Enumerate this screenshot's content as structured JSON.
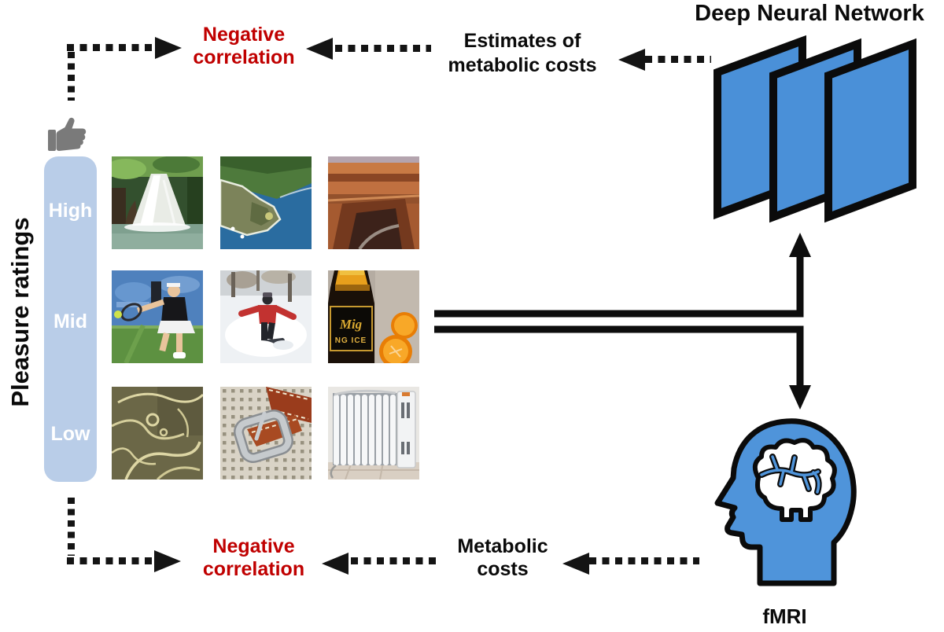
{
  "dnn": {
    "title": "Deep Neural Network"
  },
  "fmri": {
    "label": "fMRI"
  },
  "pleasure": {
    "axis_label": "Pleasure ratings",
    "levels": [
      "High",
      "Mid",
      "Low"
    ],
    "icon": "thumbs-up-icon"
  },
  "labels": {
    "negative_correlation_top": "Negative correlation",
    "negative_correlation_bottom": "Negative correlation",
    "estimates": "Estimates of metabolic costs",
    "metabolic": "Metabolic costs"
  },
  "grid": {
    "rows": [
      {
        "level": "High",
        "images": [
          {
            "name": "waterfall",
            "desc": "Waterfall cascading through a green forest"
          },
          {
            "name": "coastline",
            "desc": "Aerial view of a green rocky coastline and deep blue sea"
          },
          {
            "name": "canyon",
            "desc": "Layered red rock canyon landscape"
          }
        ]
      },
      {
        "level": "Mid",
        "images": [
          {
            "name": "tennis",
            "desc": "Tennis player lunging for a ball on a grass court"
          },
          {
            "name": "snowboarder",
            "desc": "Snowboarder in a red jacket riding powder snow"
          },
          {
            "name": "beer-oranges",
            "desc": "Dark beer bottle beside halved oranges",
            "label_script": "Mig",
            "label_text": "NG ICE"
          }
        ]
      },
      {
        "level": "Low",
        "images": [
          {
            "name": "microscopy",
            "desc": "Pale worm-like squiggles on an olive background"
          },
          {
            "name": "belt",
            "desc": "Brown leather belt with a silver buckle"
          },
          {
            "name": "radiator",
            "desc": "White oil-filled radiator heater"
          }
        ]
      }
    ]
  },
  "colors": {
    "accent_red": "#c00000",
    "layer_blue": "#4a90d8",
    "pill_blue": "#b9cde8",
    "ink": "#141414",
    "thumb_gray": "#7a7a7a"
  }
}
